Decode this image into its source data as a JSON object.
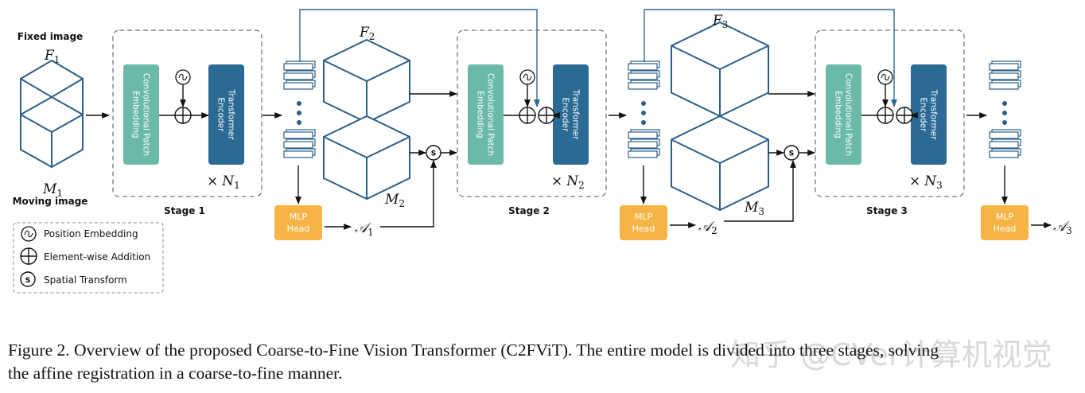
{
  "colors": {
    "cube": "#2b5f8a",
    "conv": "#6bbaa8",
    "transformer": "#2a6a95",
    "mlp": "#f5b445",
    "line": "#2b6a95",
    "dash": "#777777"
  },
  "inputs": {
    "fixed_label": "Fixed image",
    "moving_label": "Moving image",
    "F": "F",
    "M": "M",
    "i1": "1"
  },
  "stages": [
    {
      "label": "Stage 1",
      "conv": [
        "Convolutional Patch",
        "Embedding"
      ],
      "transformer": [
        "Transformer",
        "Encoder"
      ],
      "times": "×",
      "N": "N",
      "n": "1"
    },
    {
      "label": "Stage 2",
      "conv": [
        "Convolutional Patch",
        "Embedding"
      ],
      "transformer": [
        "Transformer",
        "Encoder"
      ],
      "times": "×",
      "N": "N",
      "n": "2"
    },
    {
      "label": "Stage 3",
      "conv": [
        "Convolutional Patch",
        "Embedding"
      ],
      "transformer": [
        "Transformer",
        "Encoder"
      ],
      "times": "×",
      "N": "N",
      "n": "3"
    }
  ],
  "mlp": [
    "MLP",
    "Head"
  ],
  "affine": {
    "A": "𝒜",
    "i1": "1",
    "i2": "2",
    "i3": "3"
  },
  "mid": {
    "F": "F",
    "M": "M",
    "i2": "2",
    "i3": "3"
  },
  "spatial_symbol": "S",
  "legend": [
    {
      "icon": "position-embedding-icon",
      "label": "Position Embedding"
    },
    {
      "icon": "element-wise-addition-icon",
      "label": "Element-wise Addition"
    },
    {
      "icon": "spatial-transform-icon",
      "label": "Spatial Transform"
    }
  ],
  "caption": {
    "line1": "Figure 2. Overview of the proposed Coarse-to-Fine Vision Transformer (C2FViT). The entire model is divided into three stages, solving",
    "line2": "the affine registration in a coarse-to-fine manner."
  },
  "watermark": "知乎 @CVer计算机视觉"
}
